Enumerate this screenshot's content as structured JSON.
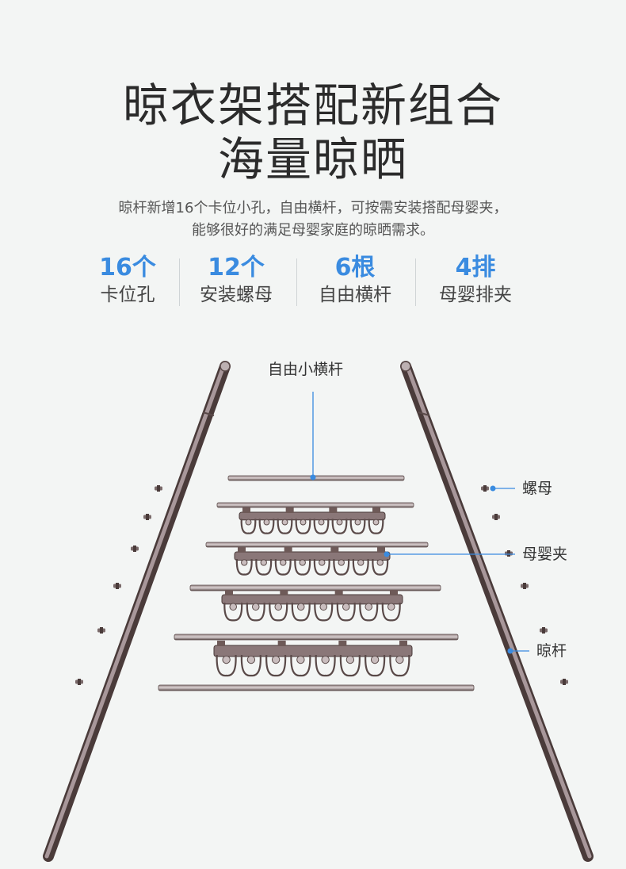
{
  "headline": {
    "line1": "晾衣架搭配新组合",
    "line2": "海量晾晒"
  },
  "description": {
    "line1": "晾杆新增16个卡位小孔，自由横杆，可按需安装搭配母婴夹，",
    "line2": "能够很好的满足母婴家庭的晾晒需求。"
  },
  "stats": [
    {
      "value": "16个",
      "label": "卡位孔"
    },
    {
      "value": "12个",
      "label": "安装螺母"
    },
    {
      "value": "6根",
      "label": "自由横杆"
    },
    {
      "value": "4排",
      "label": "母婴排夹"
    }
  ],
  "callouts": {
    "crossbar": "自由小横杆",
    "nut": "螺母",
    "clip": "母婴夹",
    "pole": "晾杆"
  },
  "colors": {
    "accent": "#3a8be0",
    "pole": "#6e5a58",
    "background": "#f3f5f4"
  }
}
